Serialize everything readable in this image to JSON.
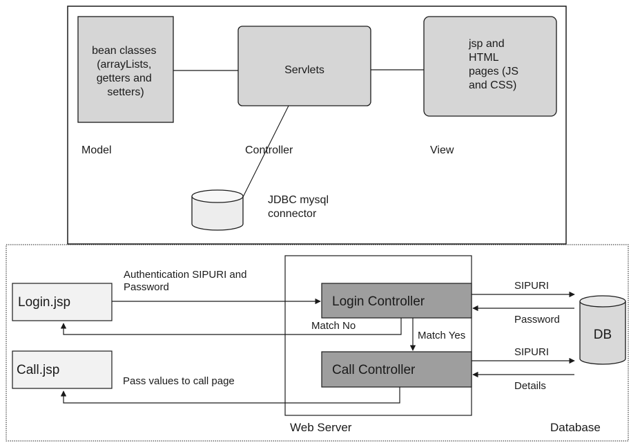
{
  "mvc": {
    "model_box": [
      "bean classes",
      "(arrayLists,",
      "getters and",
      "setters)"
    ],
    "controller_box": "Servlets",
    "view_box": [
      "jsp and",
      "HTML",
      "pages (JS",
      "and CSS)"
    ],
    "model_label": "Model",
    "controller_label": "Controller",
    "view_label": "View",
    "db_label": [
      "JDBC mysql",
      "connector"
    ]
  },
  "flow": {
    "login_jsp": "Login.jsp",
    "call_jsp": "Call.jsp",
    "login_controller": "Login Controller",
    "call_controller": "Call Controller",
    "db": "DB",
    "auth_label": [
      "Authentication SIPURI and",
      "Password"
    ],
    "match_no": "Match No",
    "match_yes": "Match Yes",
    "pass_values": "Pass values to call page",
    "sipuri_1": "SIPURI",
    "password": "Password",
    "sipuri_2": "SIPURI",
    "details": "Details",
    "web_server": "Web Server",
    "database": "Database"
  },
  "colors": {
    "light_box": "#d6d6d6",
    "dark_box": "#9e9e9e",
    "pale_box": "#f2f2f2",
    "line": "#1a1a1a"
  }
}
